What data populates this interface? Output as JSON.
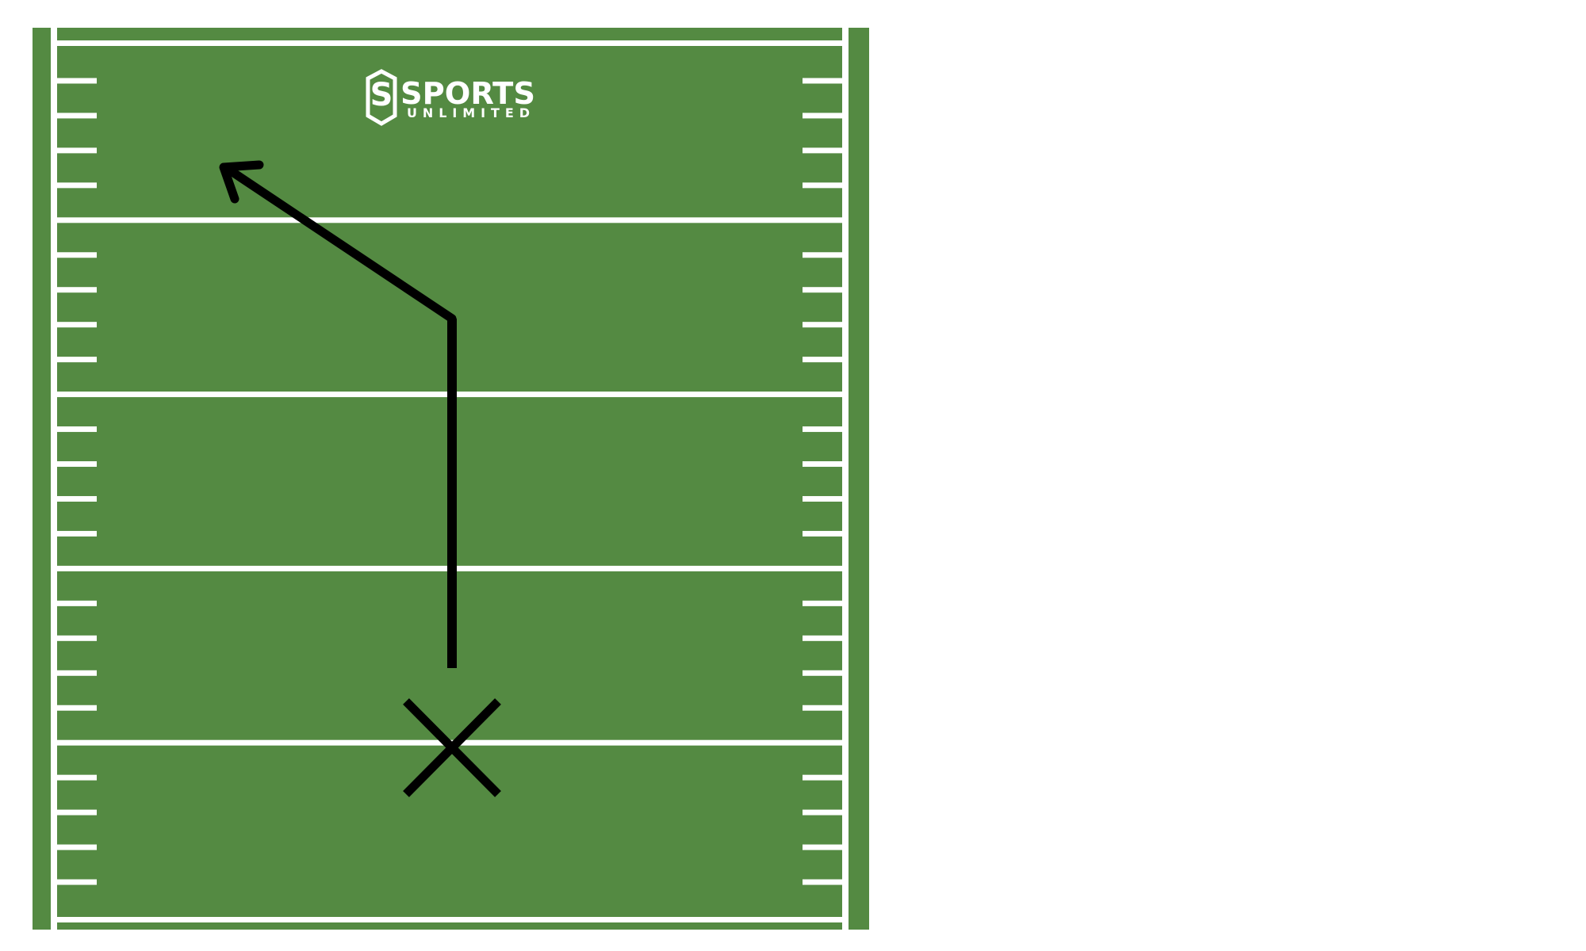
{
  "logo": {
    "word": "SPORTS",
    "tagline": "UNLIMITED",
    "emblem_letter": "S"
  },
  "colors": {
    "field": "#548a42",
    "lines": "#ffffff",
    "route": "#000000",
    "background": "#ffffff"
  },
  "field": {
    "yard_lines": 4,
    "hash_marks_per_zone": 4,
    "zones": 5
  },
  "play": {
    "player_marker": "X",
    "route": "post-corner",
    "route_shape": [
      "vertical stem",
      "break to upper left",
      "arrowhead"
    ]
  }
}
